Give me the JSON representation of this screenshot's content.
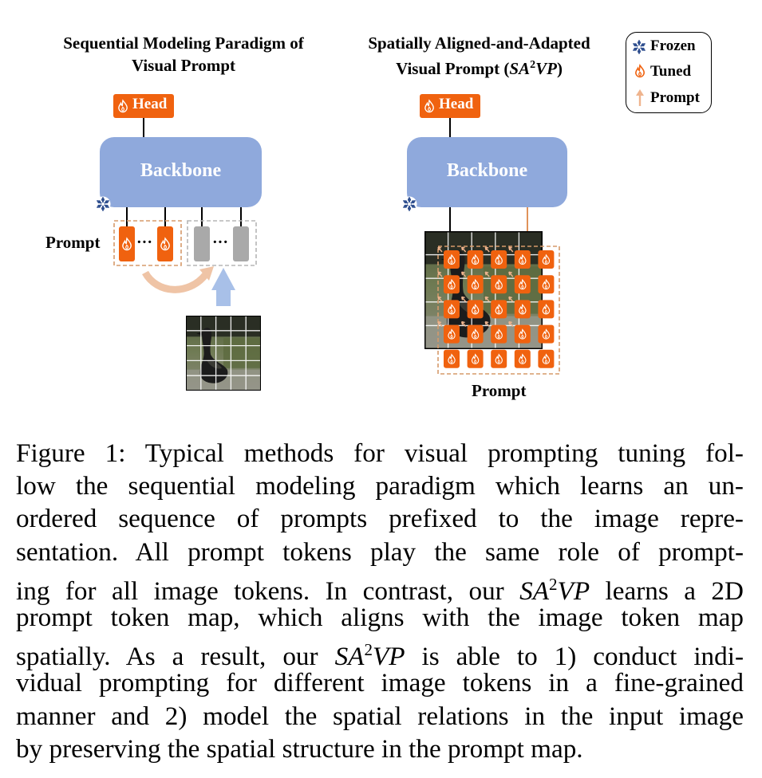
{
  "left_panel": {
    "title_line1": "Sequential Modeling Paradigm of",
    "title_line2": "Visual Prompt",
    "head_label": "Head",
    "backbone_label": "Backbone",
    "prompt_label": "Prompt",
    "ellipsis": "···"
  },
  "right_panel": {
    "title_line1": "Spatially Aligned-and-Adapted",
    "title_line2_prefix": "Visual Prompt (",
    "title_line2_abbr": "SA",
    "title_line2_sup": "2",
    "title_line2_abbr2": "VP",
    "title_line2_suffix": ")",
    "head_label": "Head",
    "backbone_label": "Backbone",
    "prompt_label": "Prompt"
  },
  "legend": {
    "frozen": "Frozen",
    "tuned": "Tuned",
    "prompt": "Prompt"
  },
  "colors": {
    "head_orange": "#f0620f",
    "backbone_blue": "#8fa9dc",
    "dashed_orange": "#d69a6a",
    "gray_token": "#a9a9a9",
    "arrow_blue": "#a8c0e8",
    "arrow_peach": "#efb48e"
  },
  "caption": {
    "l1": "Figure 1: Typical methods for visual prompting tuning fol-",
    "l2": "low the sequential modeling paradigm which learns an un-",
    "l3": "ordered sequence of prompts prefixed to the image repre-",
    "l4": "sentation. All prompt tokens play the same role of prompt-",
    "l5a": "ing for all image tokens. In contrast, our ",
    "abbr_sa": "SA",
    "abbr_sup": "2",
    "abbr_vp": "VP",
    "l5b": " learns a 2D",
    "l6": "prompt token map, which aligns with the image token map",
    "l7a": "spatially. As a result, our ",
    "l7b": " is able to 1) conduct indi-",
    "l8": "vidual prompting for different image tokens in a fine-grained",
    "l9": "manner and 2) model the spatial relations in the input image",
    "l10": "by preserving the spatial structure in the prompt map."
  }
}
